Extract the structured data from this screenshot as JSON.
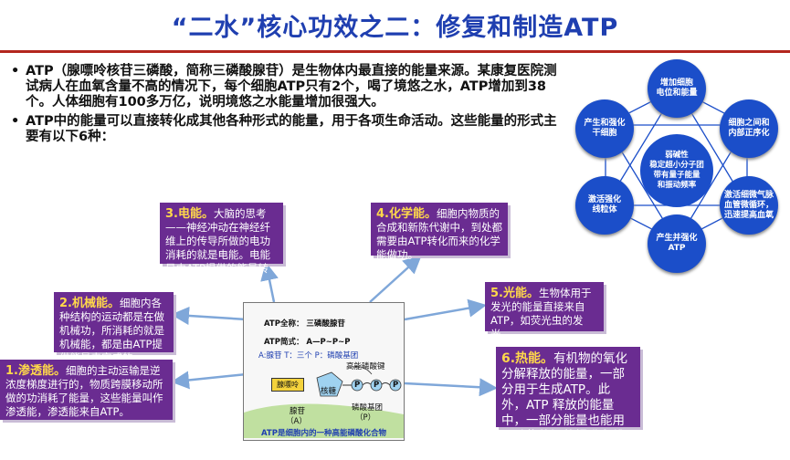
{
  "title": "“二水”核心功效之二：修复和制造ATP",
  "bullets": [
    "ATP（腺嘌呤核苷三磷酸，简称三磷酸腺苷）是生物体内最直接的能量来源。某康复医院测试病人在血氧含量不高的情况下，每个细胞ATP只有2个，喝了境悠之水，ATP增加到38个。人体细胞有100多万亿，说明境悠之水能量增加很强大。",
    "ATP中的能量可以直接转化成其他各种形式的能量，用于各项生命活动。这些能量的形式主要有以下6种："
  ],
  "energy_forms": {
    "f1": {
      "head": "1.渗透能。",
      "body": "细胞的主动运输是逆浓度梯度进行的，物质跨膜移动所做的功消耗了能量，这些能量叫作渗透能，渗透能来自ATP。"
    },
    "f2": {
      "head": "2.机械能。",
      "body": "细胞内各种结构的运动都是在做机械功，所消耗的就是机械能，都是由ATP提供能量来完成的。"
    },
    "f3": {
      "head": "3.电能。",
      "body": "大脑的思考——神经冲动在神经纤维上的传导所做的电功消耗的就是电能。电能是由ATP提供的能量转化而成的。"
    },
    "f4": {
      "head": "4.化学能。",
      "body": "细胞内物质的合成和新陈代谢中，到处都需要由ATP转化而来的化学能做功。"
    },
    "f5": {
      "head": "5.光能。",
      "body": "生物体用于发光的能量直接来自ATP，如荧光虫的发光。"
    },
    "f6": {
      "head": "6.热能。",
      "body": "有机物的氧化分解释放的能量，一部分用于生成ATP。此外，ATP 释放的能量中，一部分能量也能用于动物体温的提升和维持。"
    }
  },
  "atp_card": {
    "fullname": "ATP全称：  三磷酸腺苷",
    "short": "ATP简式：  A—P~P~P",
    "legend": "A:腺苷     T：三个     P：磷酸基团",
    "bond_label": "高能磷酸键",
    "adenine": "腺嘌呤",
    "ribose": "核糖",
    "p_label": "P",
    "adenosine": "腺苷",
    "adenosine_a": "（A）",
    "phosphate": "磷酸基团",
    "phosphate_p": "（P）",
    "caption": "ATP是细胞内的一种高能磷酸化合物"
  },
  "diagram": {
    "center": "弱碱性\n稳定超小分子团\n带有量子能量\n和振动频率",
    "nodes": [
      "增加细胞\n电位和能量",
      "细胞之间和\n内部正序化",
      "激活细微气脉\n血管微循环，\n迅速提高血氧",
      "产生并强化\nATP",
      "激活强化\n线粒体",
      "产生和强化\n干细胞"
    ]
  },
  "colors": {
    "title": "#1f3fb0",
    "rule": "#b3261e",
    "box": "#6a2c91",
    "box_head": "#ffd84a",
    "node": "#1b4ec9",
    "arrow": "#7fa7d9"
  }
}
